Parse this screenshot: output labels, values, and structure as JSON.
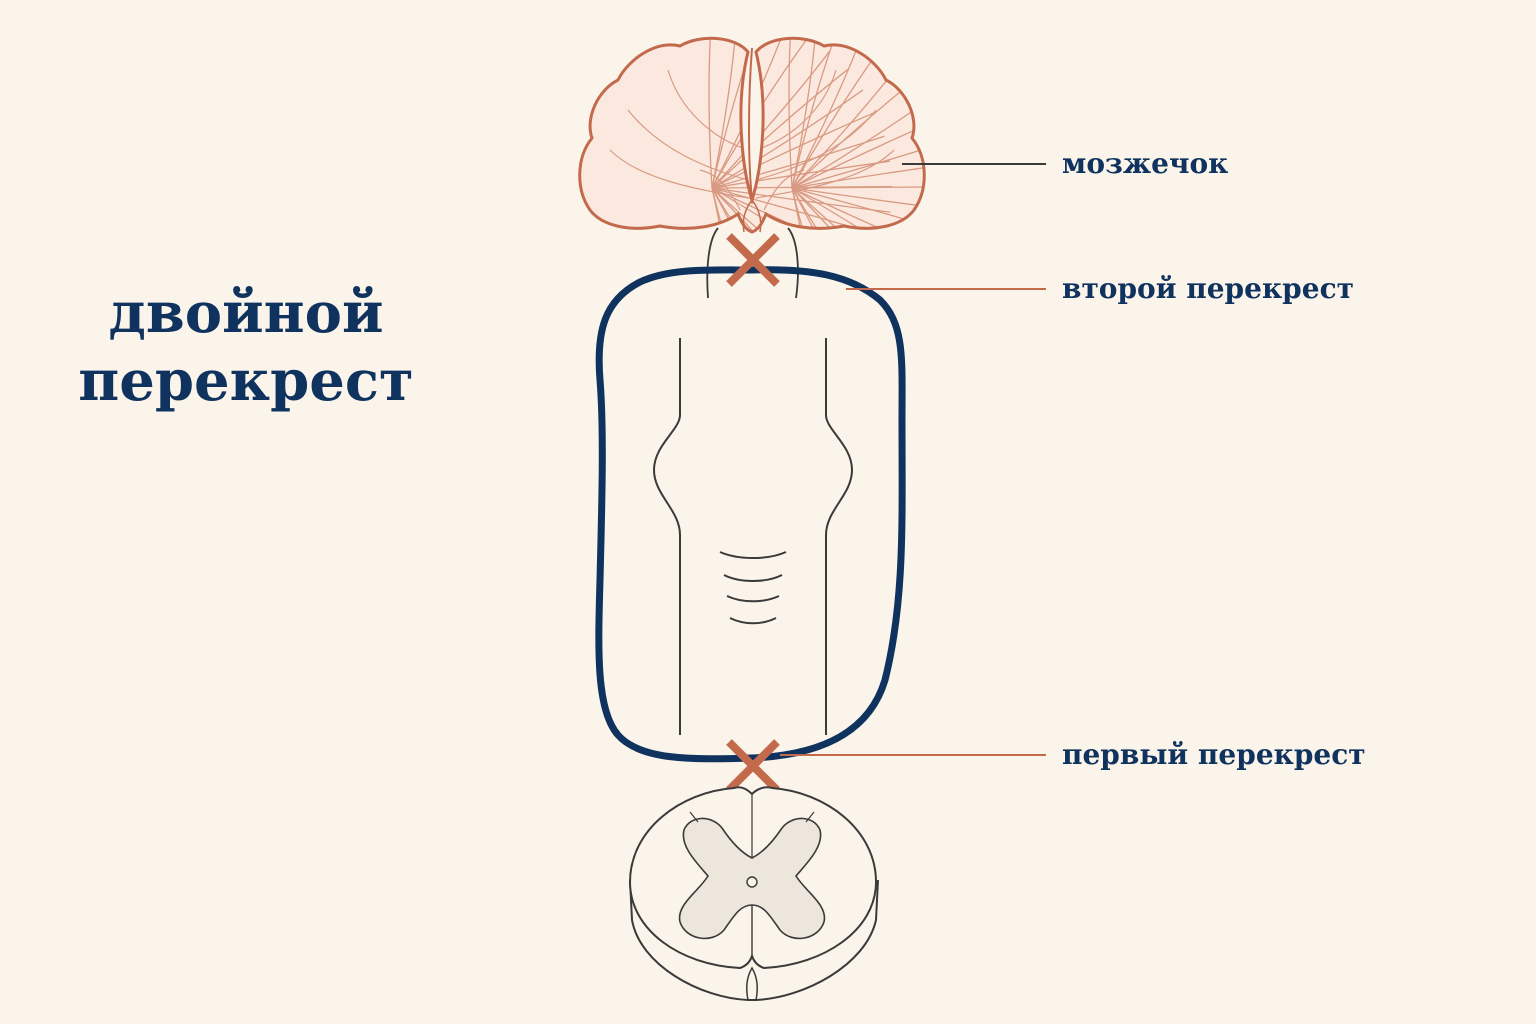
{
  "title": {
    "line1": "двойной",
    "line2": "перекрест"
  },
  "labels": {
    "cerebellum": "мозжечок",
    "second_crossing": "второй перекрест",
    "first_crossing": "первый перекрест"
  },
  "colors": {
    "background": "#faf4ea",
    "navy": "#0f335e",
    "terracotta": "#c46a4c",
    "outline": "#3a3a3a"
  },
  "icons": {
    "cerebellum": "cerebellum-illustration",
    "spinal_cord_section": "spinal-cord-cross-section-illustration",
    "crossing_marker": "x-mark-icon"
  }
}
